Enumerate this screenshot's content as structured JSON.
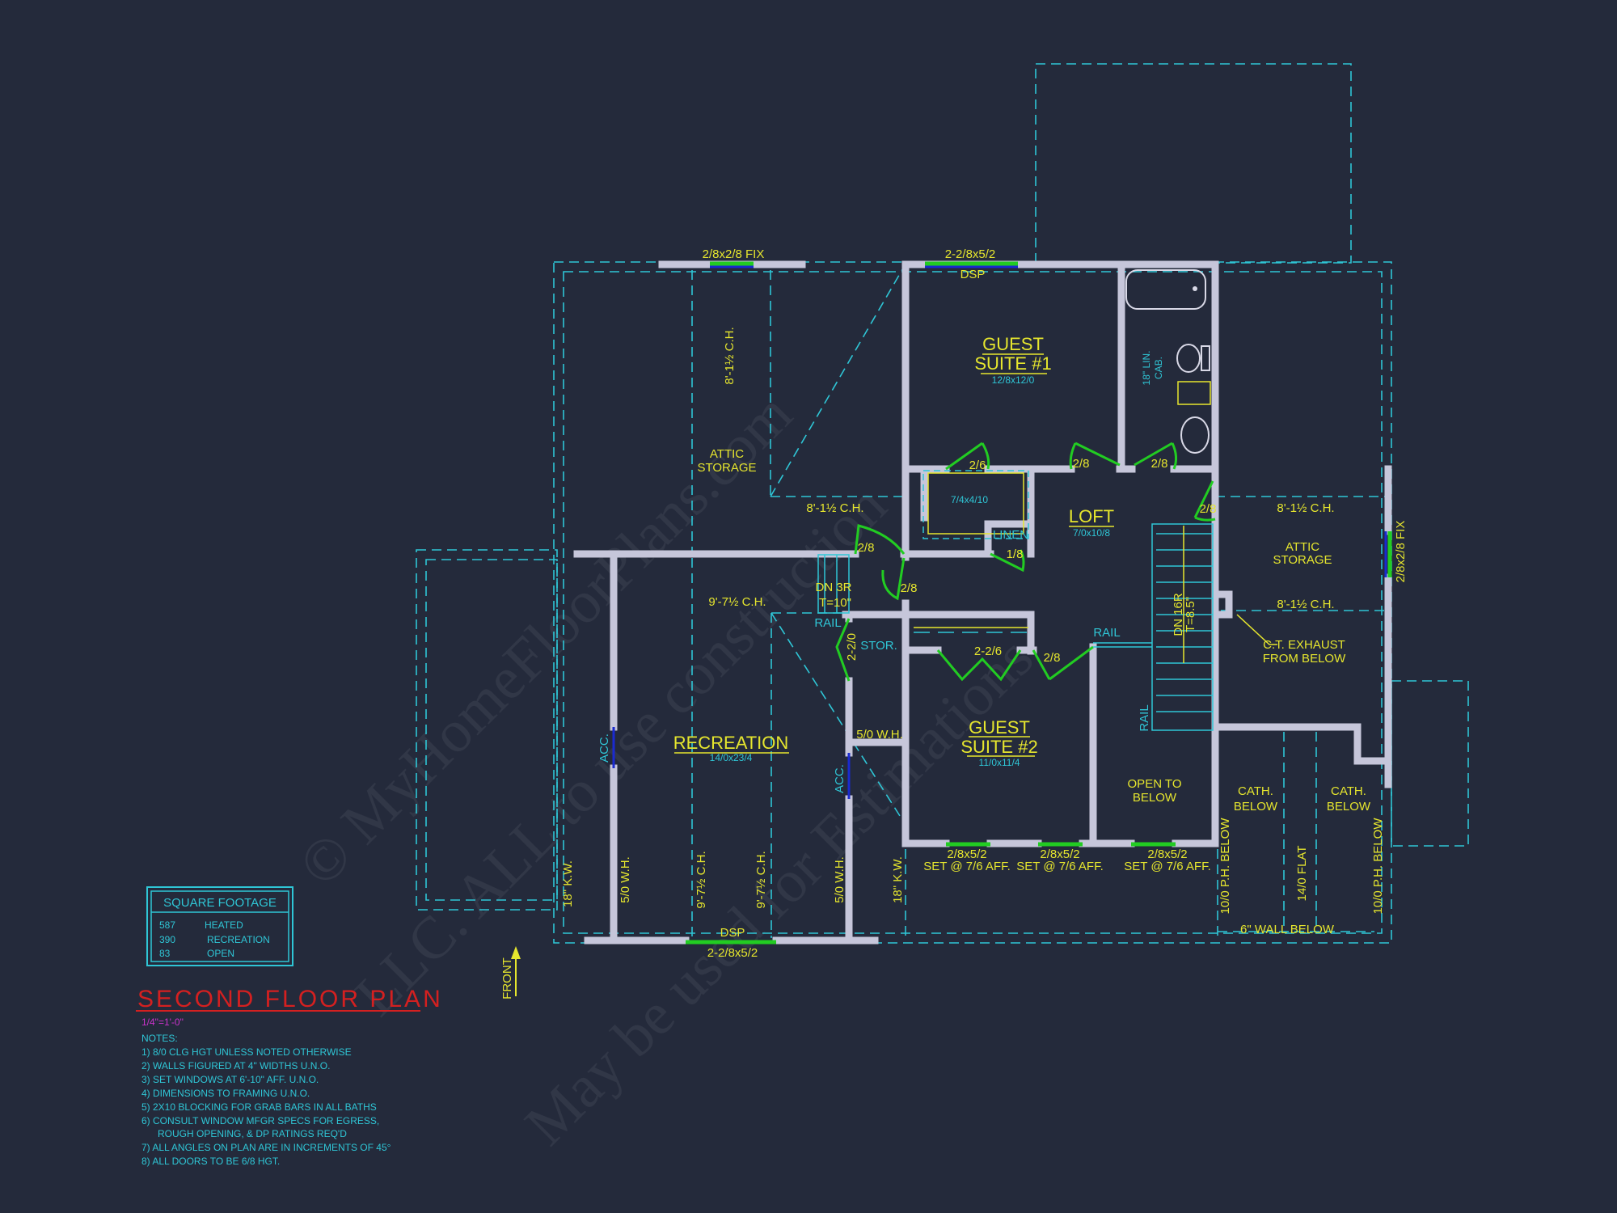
{
  "colors": {
    "background": "#242a3b",
    "walls": "#c6c6da",
    "dimension_text": "#e6e62e",
    "annotation": "#2fc6d6",
    "windows": "#22cc22",
    "title": "#d42020",
    "scale": "#cc33cc"
  },
  "watermark": [
    "© MyHomeFloorPlans.com",
    "LLC. ALL to use construction",
    "May be used for Estimations"
  ],
  "title": "SECOND FLOOR PLAN",
  "scale": "1/4\"=1'-0\"",
  "notes": {
    "heading": "NOTES:",
    "items": [
      "1)  8/0 CLG HGT UNLESS NOTED OTHERWISE",
      "2)  WALLS FIGURED AT 4\" WIDTHS U.N.O.",
      "3)  SET WINDOWS AT 6'-10\" AFF. U.N.O.",
      "4)  DIMENSIONS TO FRAMING U.N.O.",
      "5)  2X10 BLOCKING FOR GRAB BARS IN ALL BATHS",
      "6)  CONSULT WINDOW MFGR SPECS FOR EGRESS,",
      "      ROUGH OPENING, & DP RATINGS REQ'D",
      "7)  ALL ANGLES ON PLAN ARE IN INCREMENTS OF 45°",
      "8)  ALL DOORS TO BE 6/8 HGT."
    ]
  },
  "square_footage": {
    "heading": "SQUARE FOOTAGE",
    "rows": [
      {
        "value": "587",
        "label": "HEATED"
      },
      {
        "value": "390",
        "label": "RECREATION"
      },
      {
        "value": "83",
        "label": "OPEN"
      }
    ]
  },
  "front_label": "FRONT",
  "rooms": {
    "guest1": {
      "line1": "GUEST",
      "line2": "SUITE #1",
      "size": "12/8x12/0"
    },
    "guest2": {
      "line1": "GUEST",
      "line2": "SUITE #2",
      "size": "11/0x11/4"
    },
    "loft": {
      "name": "LOFT",
      "size": "7/0x10/8"
    },
    "recreation": {
      "name": "RECREATION",
      "size": "14/0x23/4"
    },
    "closet_size": "7/4x4/10",
    "linen": "LINEN",
    "stor": "STOR."
  },
  "labels": {
    "win_top_left": "2/8x2/8 FIX",
    "win_top_mid": "2-2/8x5/2",
    "dsp_top": "DSP",
    "lin_cab_1": "18\" LIN.",
    "lin_cab_2": "CAB.",
    "ch_8_1": "8'-1½ C.H.",
    "attic1": "ATTIC",
    "attic2": "STORAGE",
    "door_26": "2/6",
    "door_28": "2/8",
    "door_18": "1/8",
    "door_2_26": "2-2/6",
    "door_2_20": "2-2/0",
    "dn3r": "DN 3R",
    "t10": "T=10\"",
    "rail": "RAIL",
    "ch_9_7": "9'-7½ C.H.",
    "dn16r": "DN 16R",
    "t85": "T=8.5\"",
    "ct1": "C.T. EXHAUST",
    "ct2": "FROM BELOW",
    "win_right": "2/8x2/8 FIX",
    "acc": "ACC.",
    "wh": "5/0 W.H.",
    "kw": "18\" K.W.",
    "open1": "OPEN TO",
    "open2": "BELOW",
    "cath": "CATH.",
    "below": "BELOW",
    "win_bot": "2/8x5/2",
    "set_at": "SET @ 7/6 AFF.",
    "ph_below": "10/0 P.H. BELOW",
    "flat": "14/0 FLAT",
    "wall_below": "6\" WALL BELOW",
    "dsp_bot": "DSP",
    "win_bot_rec": "2-2/8x5/2"
  }
}
